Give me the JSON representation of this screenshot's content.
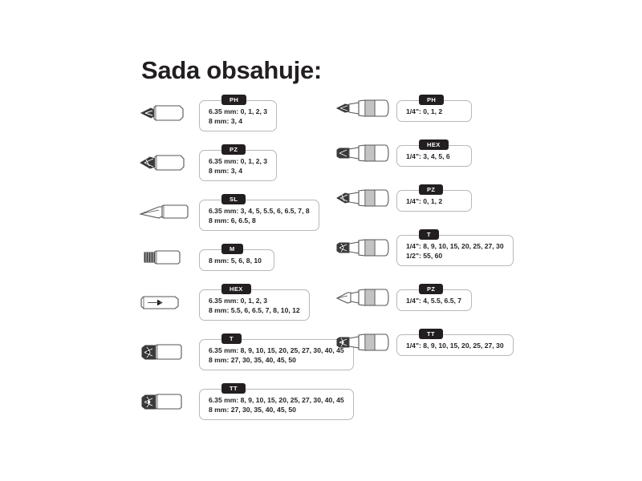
{
  "page": {
    "title": "Sada obsahuje:",
    "background_color": "#ffffff",
    "text_color": "#231f20",
    "badge_color": "#231f20",
    "badge_text_color": "#ffffff",
    "box_border_color": "#b8b8b8"
  },
  "left_column": [
    {
      "icon": "phillips-bit-icon",
      "badge": "PH",
      "lines": [
        "6.35 mm: 0, 1, 2, 3",
        "8 mm: 3, 4"
      ]
    },
    {
      "icon": "pozidriv-bit-icon",
      "badge": "PZ",
      "lines": [
        "6.35 mm: 0, 1, 2, 3",
        "8 mm: 3, 4"
      ]
    },
    {
      "icon": "slotted-bit-icon",
      "badge": "SL",
      "lines": [
        "6.35 mm: 3, 4, 5, 5.5, 6, 6.5, 7, 8",
        "8 mm: 6, 6.5, 8"
      ]
    },
    {
      "icon": "spline-bit-icon",
      "badge": "M",
      "lines": [
        "8 mm: 5, 6, 8, 10"
      ]
    },
    {
      "icon": "hex-bit-icon",
      "badge": "HEX",
      "lines": [
        "6.35 mm: 0, 1, 2, 3",
        "8 mm: 5.5, 6, 6.5, 7, 8, 10, 12"
      ]
    },
    {
      "icon": "torx-bit-icon",
      "badge": "T",
      "lines": [
        "6.35 mm: 8, 9, 10, 15, 20, 25, 27, 30, 40, 45",
        "8 mm: 27, 30, 35, 40, 45, 50"
      ]
    },
    {
      "icon": "torx-tamper-bit-icon",
      "badge": "TT",
      "lines": [
        "6.35 mm: 8, 9, 10, 15, 20, 25, 27, 30, 40, 45",
        "8 mm: 27, 30, 35, 40, 45, 50"
      ]
    }
  ],
  "right_column": [
    {
      "icon": "phillips-socket-bit-icon",
      "badge": "PH",
      "lines": [
        "1/4\": 0, 1, 2"
      ]
    },
    {
      "icon": "hex-socket-bit-icon",
      "badge": "HEX",
      "lines": [
        "1/4\": 3, 4, 5, 6"
      ]
    },
    {
      "icon": "pozidriv-socket-bit-icon",
      "badge": "PZ",
      "lines": [
        "1/4\": 0, 1, 2"
      ]
    },
    {
      "icon": "torx-socket-bit-icon",
      "badge": "T",
      "lines": [
        "1/4\": 8, 9, 10, 15, 20, 25, 27, 30",
        "1/2\": 55, 60"
      ]
    },
    {
      "icon": "slotted-socket-bit-icon",
      "badge": "PZ",
      "lines": [
        "1/4\": 4, 5.5, 6.5, 7"
      ]
    },
    {
      "icon": "torx-tamper-socket-bit-icon",
      "badge": "TT",
      "lines": [
        "1/4\": 8, 9, 10, 15, 20, 25, 27, 30"
      ]
    }
  ]
}
